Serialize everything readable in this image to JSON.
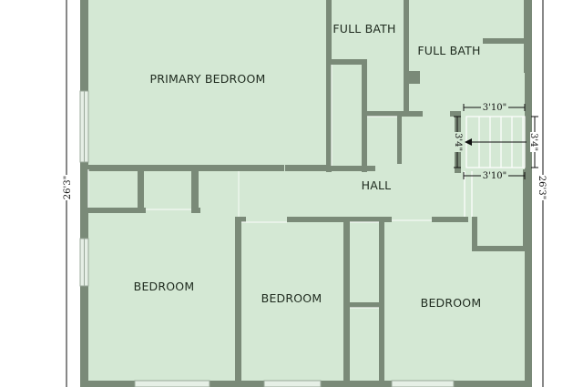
{
  "rooms": {
    "primary_bedroom": "PRIMARY BEDROOM",
    "full_bath_1": "FULL BATH",
    "full_bath_2": "FULL BATH",
    "hall": "HALL",
    "bedroom_1": "BEDROOM",
    "bedroom_2": "BEDROOM",
    "bedroom_3": "BEDROOM"
  },
  "dimensions": {
    "left_side": "26'3\"",
    "right_side": "26'3\"",
    "stair_top": "3'10\"",
    "stair_bottom": "3'10\"",
    "stair_left": "3'4\"",
    "stair_right": "3'4\""
  },
  "colors": {
    "floor": "#d4e8d4",
    "wall": "#7a8a78",
    "window": "#e6efe6",
    "dim_line": "#111111"
  }
}
